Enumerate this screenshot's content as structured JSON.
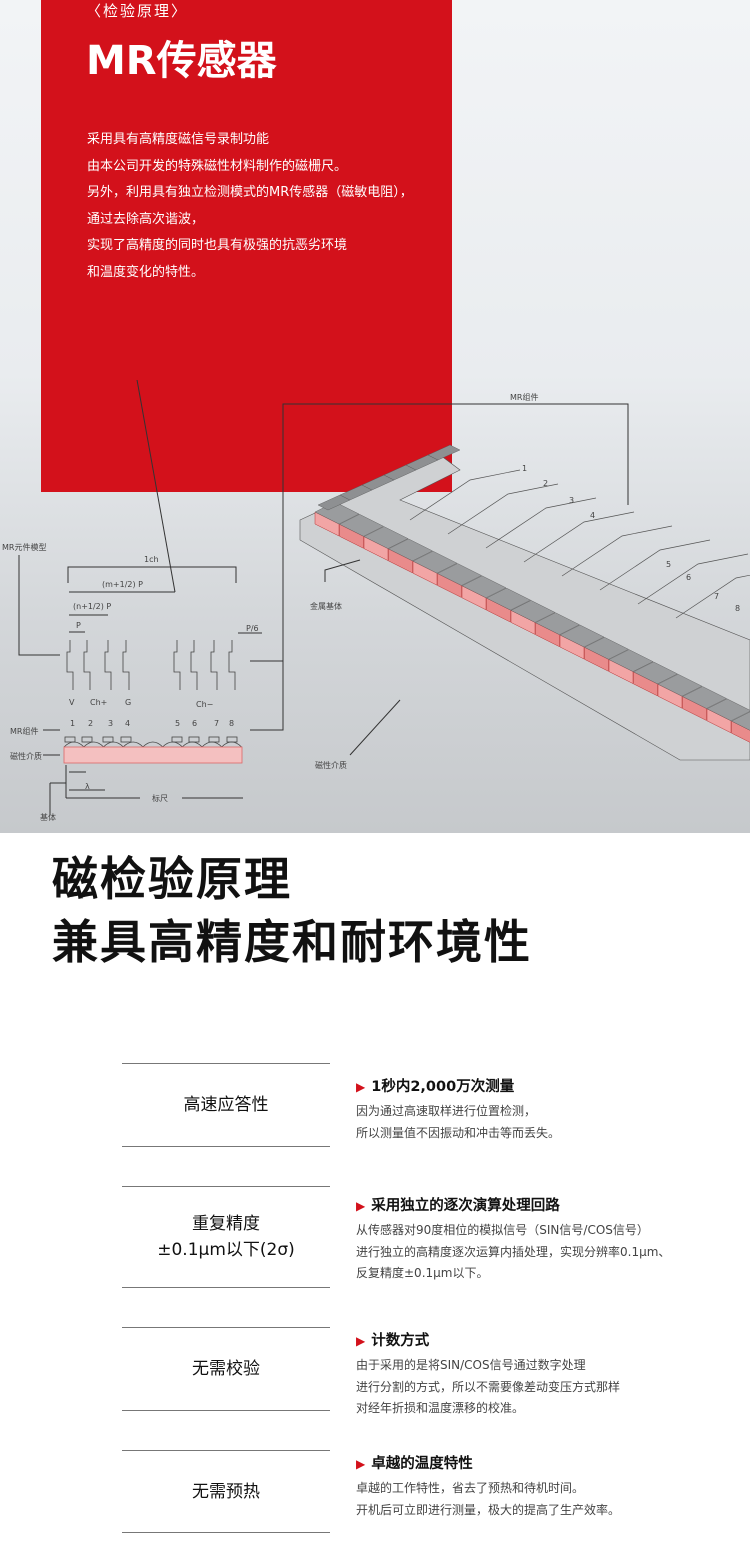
{
  "hero": {
    "eyebrow": "〈检验原理〉",
    "title": "MR传感器",
    "intro": [
      "采用具有高精度磁信号录制功能",
      "由本公司开发的特殊磁性材料制作的磁栅尺。",
      "另外，利用具有独立检测模式的MR传感器（磁敏电阻），",
      "通过去除高次谐波，",
      "实现了高精度的同时也具有极强的抗恶劣环境",
      "和温度变化的特性。"
    ]
  },
  "diagram": {
    "mr_model": "MR元件模型",
    "ch1": "1ch",
    "m_p": "(m+1/2) P",
    "n_p": "(n+1/2) P",
    "p": "P",
    "p6": "P/6",
    "v": "V",
    "ch_plus": "Ch+",
    "g": "G",
    "ch_minus": "Ch−",
    "nums": [
      "1",
      "2",
      "3",
      "4",
      "5",
      "6",
      "7",
      "8"
    ],
    "mr_component": "MR组件",
    "magnetic_medium": "磁性介质",
    "lambda": "λ",
    "scale": "标尺",
    "base": "基体",
    "mr_component_3d": "MR组件",
    "metal_base": "金属基体",
    "magnetic_medium_3d": "磁性介质"
  },
  "headline": [
    "磁检验原理",
    "兼具高精度和耐环境性"
  ],
  "features": [
    {
      "label": [
        "高速应答性"
      ],
      "title": "1秒内2,000万次测量",
      "lines": [
        "因为通过高速取样进行位置检测，",
        "所以测量值不因振动和冲击等而丢失。"
      ]
    },
    {
      "label": [
        "重复精度",
        "±0.1μm以下(2σ)"
      ],
      "title": "采用独立的逐次演算处理回路",
      "lines": [
        "从传感器对90度相位的模拟信号（SIN信号/COS信号）",
        "进行独立的高精度逐次运算内插处理，实现分辨率0.1μm、",
        "反复精度±0.1μm以下。"
      ]
    },
    {
      "label": [
        "无需校验"
      ],
      "title": "计数方式",
      "lines": [
        "由于采用的是将SIN/COS信号通过数字处理",
        "进行分割的方式，所以不需要像差动变压方式那样",
        "对经年折损和温度漂移的校准。"
      ]
    },
    {
      "label": [
        "无需预热"
      ],
      "title": "卓越的温度特性",
      "lines": [
        "卓越的工作特性，省去了预热和待机时间。",
        "开机后可立即进行测量，极大的提高了生产效率。"
      ]
    }
  ],
  "colors": {
    "accent": "#d3111b"
  }
}
